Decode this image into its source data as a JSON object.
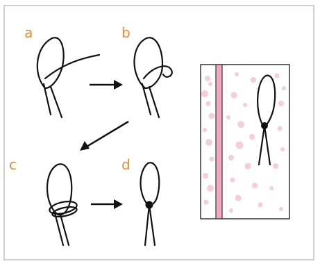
{
  "steps": [
    {
      "label": "a"
    },
    {
      "label": "b"
    },
    {
      "label": "c"
    },
    {
      "label": "d"
    }
  ],
  "colors": {
    "label": "#f08a2c",
    "frame_border": "#cfcfcf",
    "cord": "#111111",
    "arrow": "#111111",
    "paper_border": "#333333",
    "ribbon": "#f1a7bf",
    "blossom": "#f5c9d3"
  },
  "icons": {
    "arrow_a_b": "right-arrow",
    "arrow_b_c": "down-left-arrow",
    "arrow_c_d": "right-arrow"
  }
}
